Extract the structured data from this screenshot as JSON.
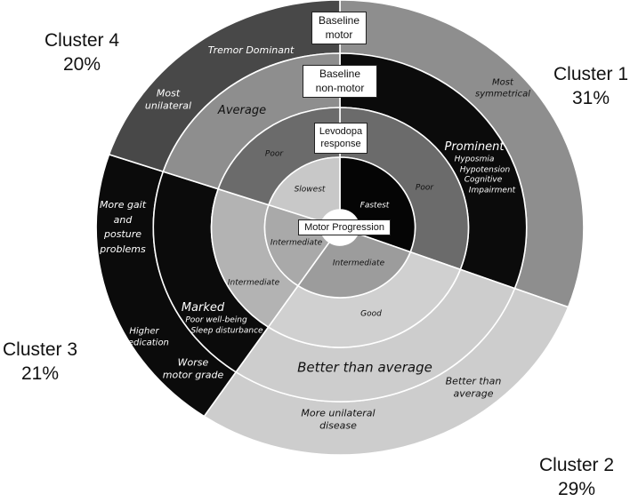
{
  "clusters": [
    {
      "name": "Cluster 1",
      "percent": "31%",
      "value": 31,
      "colors": [
        "#8e8e8e",
        "#0b0b0b",
        "#6b6b6b",
        "#050505"
      ]
    },
    {
      "name": "Cluster 2",
      "percent": "29%",
      "value": 29,
      "colors": [
        "#cdcdcd",
        "#cdcdcd",
        "#d0d0d0",
        "#9c9c9c"
      ]
    },
    {
      "name": "Cluster 3",
      "percent": "21%",
      "value": 21,
      "colors": [
        "#0b0b0b",
        "#0b0b0b",
        "#b3b3b3",
        "#a9a9a9"
      ]
    },
    {
      "name": "Cluster 4",
      "percent": "20%",
      "value": 20,
      "colors": [
        "#484848",
        "#8e8e8e",
        "#6b6b6b",
        "#c8c8c8"
      ]
    }
  ],
  "ring_labels": {
    "baseline_motor": [
      "Baseline",
      "motor"
    ],
    "baseline_non_motor": [
      "Baseline",
      "non-motor"
    ],
    "levodopa": [
      "Levodopa",
      "response"
    ],
    "motor_progression": "Motor Progression"
  },
  "texts": {
    "c4_motor_1": "Tremor  Dominant",
    "c4_motor_2": [
      "Most",
      "unilateral"
    ],
    "c4_nonmotor": "Average",
    "c4_levodopa": "Poor",
    "c4_progression": "Slowest",
    "c1_motor": [
      "Most",
      "symmetrical"
    ],
    "c1_nonmotor": "Prominent",
    "c1_nonmotor_details": [
      "Hyposmia",
      "Hypotension",
      "Cognitive",
      "Impairment"
    ],
    "c1_levodopa": "Poor",
    "c1_progression": "Fastest",
    "c2_progression": "Intermediate",
    "c2_levodopa": "Good",
    "c2_nonmotor": "Better than average",
    "c2_motor_1": [
      "Better than",
      "average"
    ],
    "c2_motor_2": [
      "More unilateral",
      "disease"
    ],
    "c3_progression": "Intermediate",
    "c3_levodopa": "Intermediate",
    "c3_nonmotor": "Marked",
    "c3_nonmotor_details": [
      "Poor well-being",
      "Sleep disturbance"
    ],
    "c3_motor_1": [
      "More gait",
      "and",
      "posture",
      "problems"
    ],
    "c3_motor_2": [
      "Higher",
      "medication"
    ],
    "c3_motor_3": [
      "Worse",
      "motor grade"
    ]
  }
}
